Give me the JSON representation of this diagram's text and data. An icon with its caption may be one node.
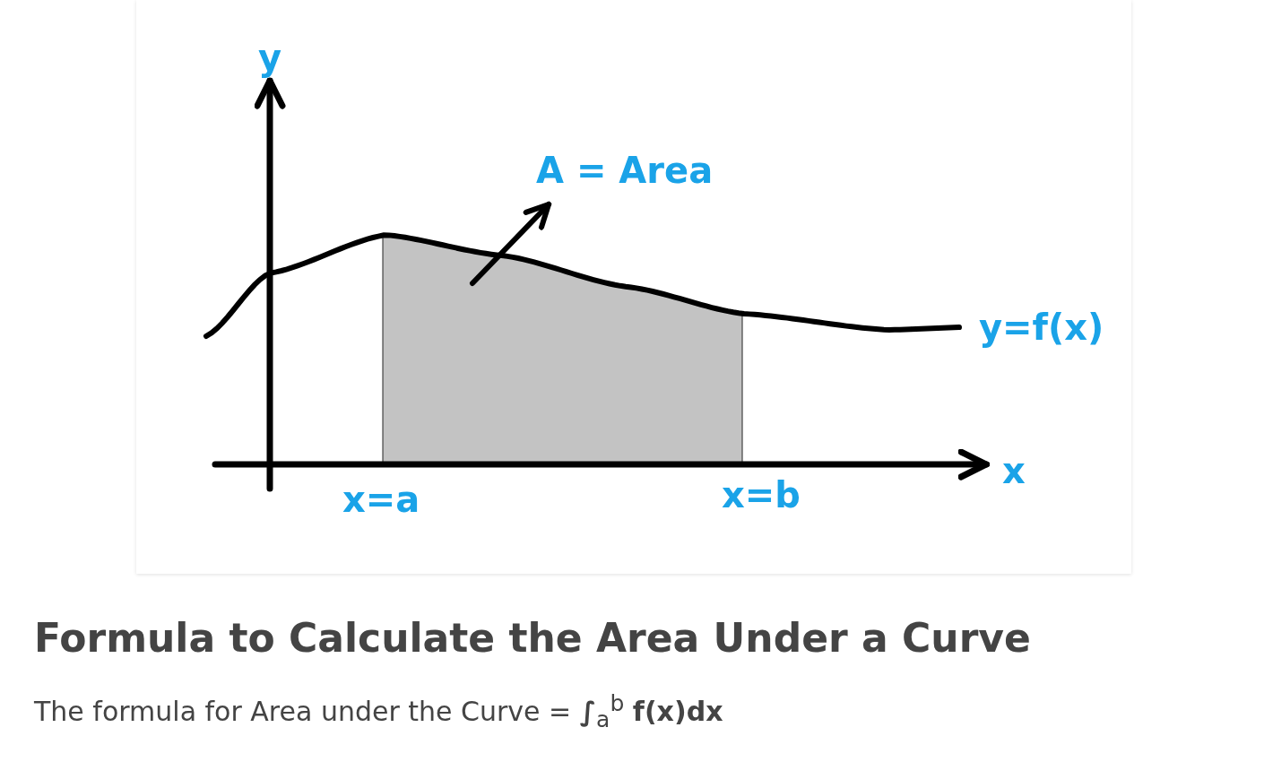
{
  "diagram": {
    "title": "Formula to Calculate the Area Under a Curve",
    "caption": "The formula for Area under the Curve  = **∫**$_{a}$$^{b}$ **f(x)dx**",
    "nodes": [
      {
        "text": [
          "A = Area"
        ]
      },
      {
        "text": [],
        "shape": "area"
      }
    ],
    "edges": [
      {
        "from": 1,
        "to": 0,
        "arrow": "to"
      }
    ],
    "labels": [
      "y",
      "y=f(x)",
      "x",
      "x=a",
      "x=b"
    ]
  }
}
